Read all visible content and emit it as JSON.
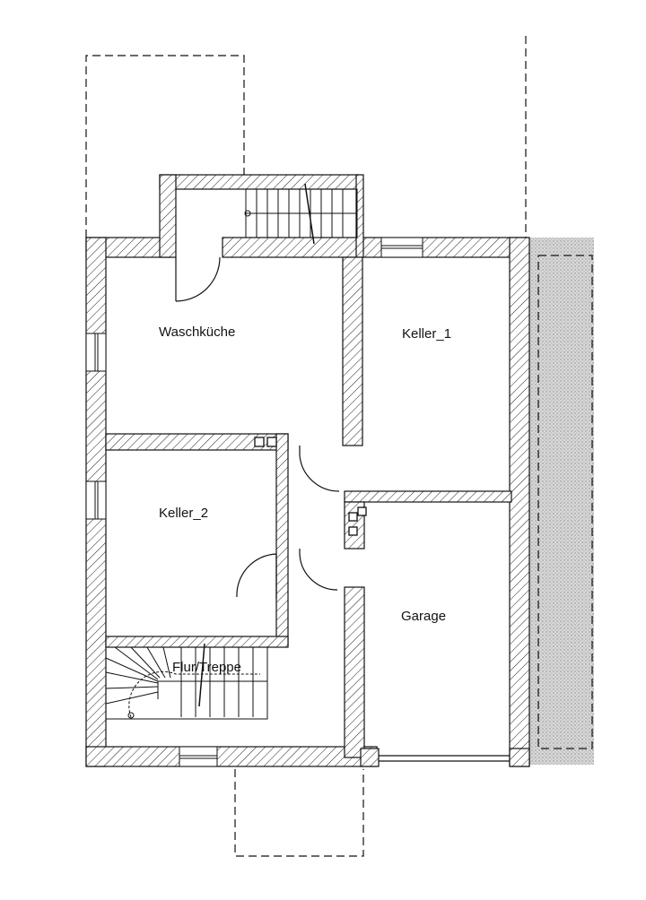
{
  "rooms": {
    "waschkueche": "Waschküche",
    "keller_1": "Keller_1",
    "keller_2": "Keller_2",
    "garage": "Garage",
    "flur_treppe": "Flur/Treppe"
  },
  "colors": {
    "line": "#111111",
    "hatch": "#222222",
    "stipple": "#9a9a9a",
    "background": "#ffffff"
  }
}
